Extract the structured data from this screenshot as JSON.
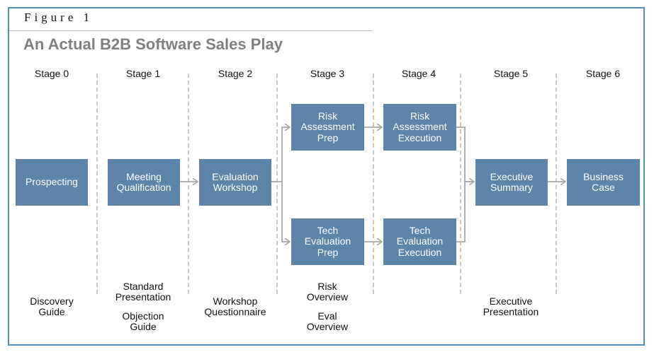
{
  "figure_label": "Figure 1",
  "title": "An Actual B2B Software Sales Play",
  "stages": [
    "Stage 0",
    "Stage 1",
    "Stage 2",
    "Stage 3",
    "Stage 4",
    "Stage 5",
    "Stage 6"
  ],
  "boxes": {
    "prospecting": "Prospecting",
    "meeting_qualification": "Meeting\nQualification",
    "evaluation_workshop": "Evaluation\nWorkshop",
    "risk_assessment_prep": "Risk\nAssessment\nPrep",
    "tech_evaluation_prep": "Tech\nEvaluation\nPrep",
    "risk_assessment_execution": "Risk\nAssessment\nExecution",
    "tech_evaluation_execution": "Tech\nEvaluation\nExecution",
    "executive_summary": "Executive\nSummary",
    "business_case": "Business\nCase"
  },
  "notes": {
    "discovery_guide": "Discovery\nGuide",
    "standard_presentation": "Standard\nPresentation",
    "objection_guide": "Objection\nGuide",
    "workshop_questionnaire": "Workshop\nQuestionnaire",
    "risk_overview": "Risk\nOverview",
    "eval_overview": "Eval\nOverview",
    "executive_presentation": "Executive\nPresentation"
  },
  "colors": {
    "box_fill": "#5e84aa",
    "connector": "#a6a6a6",
    "frame": "#4f8fb3",
    "title": "#7f7f7f"
  }
}
